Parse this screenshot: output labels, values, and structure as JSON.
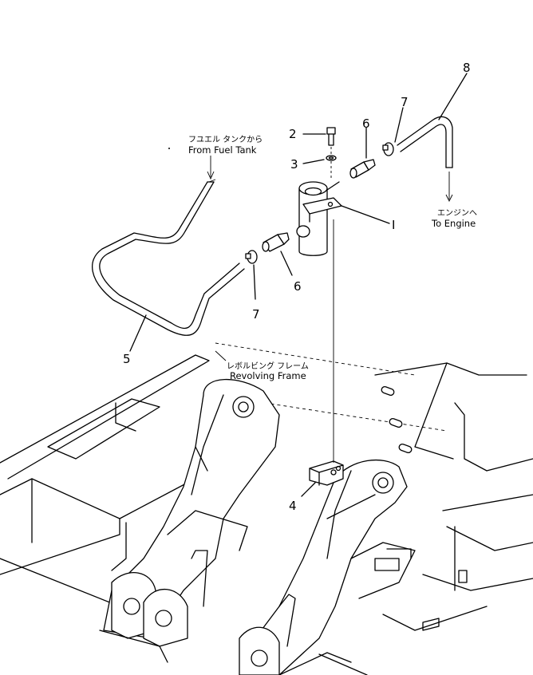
{
  "part_numbers": {
    "p2": "2",
    "p3": "3",
    "p6_top": "6",
    "p7_top": "7",
    "p8": "8",
    "pI": "I",
    "p6_bottom": "6",
    "p7_bottom": "7",
    "p5": "5",
    "p4": "4"
  },
  "callouts": {
    "fuel_tank_jp": "フユエル タンクから",
    "fuel_tank_en": "From Fuel Tank",
    "engine_jp": "エンジンへ",
    "engine_en": "To Engine",
    "frame_jp": "レボルビング フレーム",
    "frame_en": "Revolving Frame"
  }
}
